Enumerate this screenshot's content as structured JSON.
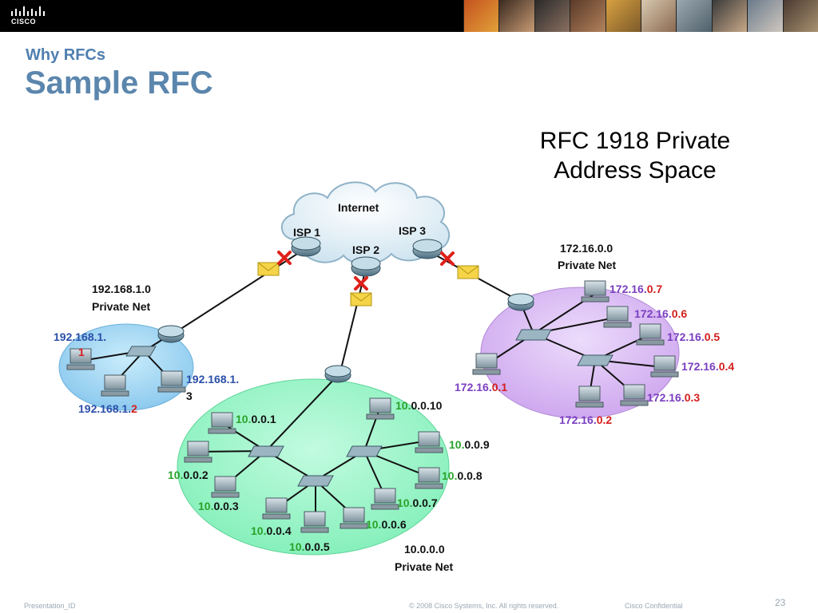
{
  "header": {
    "logo_text": "CISCO",
    "subtitle": "Why RFCs",
    "title": "Sample RFC"
  },
  "rfc_caption": {
    "line1": "RFC 1918 Private",
    "line2": "Address Space"
  },
  "internet": {
    "label": "Internet",
    "isp1": "ISP 1",
    "isp2": "ISP 2",
    "isp3": "ISP 3"
  },
  "net_192": {
    "network": "192.168.1.0",
    "label": "Private Net",
    "host1_prefix": "192.168.1.",
    "host1_suffix": "1",
    "host2_prefix": "192.168.1.",
    "host2_suffix": "2",
    "host3_prefix": "192.168.1.",
    "host3_suffix": "3"
  },
  "net_172": {
    "network": "172.16.0.0",
    "label": "Private Net",
    "hosts": [
      {
        "prefix": "172.16.",
        "suffix": "0.7"
      },
      {
        "prefix": "172.16.",
        "suffix": "0.6"
      },
      {
        "prefix": "172.16.",
        "suffix": "0.5"
      },
      {
        "prefix": "172.16.",
        "suffix": "0.4"
      },
      {
        "prefix": "172.16.",
        "suffix": "0.3"
      },
      {
        "prefix": "172.16.",
        "suffix": "0.2"
      },
      {
        "prefix": "172.16.",
        "suffix": "0.1"
      }
    ]
  },
  "net_10": {
    "network": "10.0.0.0",
    "label": "Private Net",
    "hosts": [
      {
        "prefix": "10.",
        "suffix": "0.0.1"
      },
      {
        "prefix": "10.",
        "suffix": "0.0.2"
      },
      {
        "prefix": "10.",
        "suffix": "0.0.3"
      },
      {
        "prefix": "10.",
        "suffix": "0.0.4"
      },
      {
        "prefix": "10.",
        "suffix": "0.0.5"
      },
      {
        "prefix": "10.",
        "suffix": "0.0.6"
      },
      {
        "prefix": "10.",
        "suffix": "0.0.7"
      },
      {
        "prefix": "10.",
        "suffix": "0.0.8"
      },
      {
        "prefix": "10.",
        "suffix": "0.0.9"
      },
      {
        "prefix": "10.",
        "suffix": "0.0.10"
      }
    ]
  },
  "colors": {
    "title_blue": "#5b86ad",
    "blue_net": "#9fd3f0",
    "green_net": "#9ff5c8",
    "purple_net": "#d9b8f2",
    "blue_text": "#2a4fa8",
    "purple_text": "#7a3fc0",
    "green_text": "#2ba32b",
    "red_text": "#d41e1e",
    "cross_red": "#e0201a"
  },
  "footer": {
    "presentation_id": "Presentation_ID",
    "copyright": "© 2008 Cisco Systems, Inc. All rights reserved.",
    "confidential": "Cisco Confidential",
    "page": "23"
  }
}
